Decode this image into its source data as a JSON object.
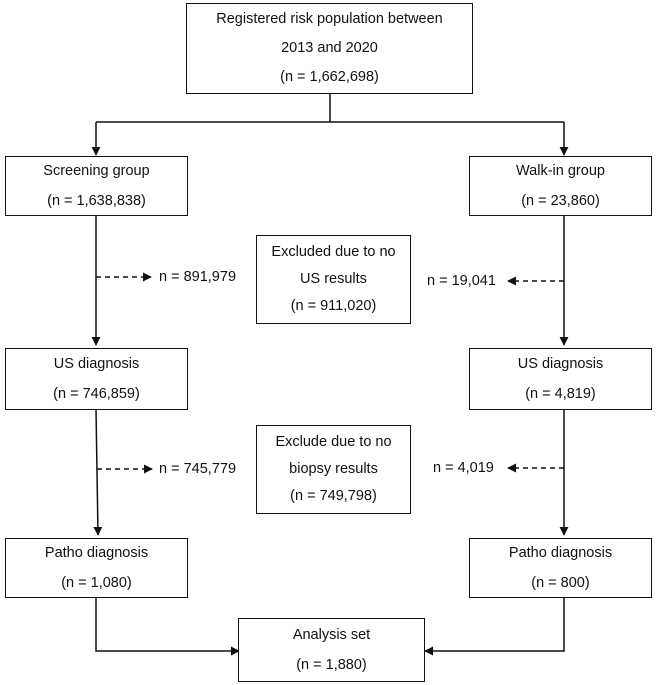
{
  "boxes": {
    "registered": {
      "line1": "Registered risk population between",
      "line2": "2013 and 2020",
      "line3": "(n = 1,662,698)"
    },
    "screening": {
      "line1": "Screening group",
      "line2": "(n = 1,638,838)"
    },
    "walkin": {
      "line1": "Walk-in group",
      "line2": "(n = 23,860)"
    },
    "excluded_us": {
      "line1": "Excluded due to no",
      "line2": "US results",
      "line3": "(n = 911,020)"
    },
    "us_left": {
      "line1": "US diagnosis",
      "line2": "(n = 746,859)"
    },
    "us_right": {
      "line1": "US diagnosis",
      "line2": "(n = 4,819)"
    },
    "excluded_biopsy": {
      "line1": "Exclude due to no",
      "line2": "biopsy results",
      "line3": "(n = 749,798)"
    },
    "patho_left": {
      "line1": "Patho diagnosis",
      "line2": "(n = 1,080)"
    },
    "patho_right": {
      "line1": "Patho diagnosis",
      "line2": "(n = 800)"
    },
    "analysis": {
      "line1": "Analysis set",
      "line2": "(n = 1,880)"
    }
  },
  "side_counts": {
    "left_us_excluded": "n = 891,979",
    "right_us_excluded": "n = 19,041",
    "left_biopsy_excluded": "n = 745,779",
    "right_biopsy_excluded": "n = 4,019"
  }
}
